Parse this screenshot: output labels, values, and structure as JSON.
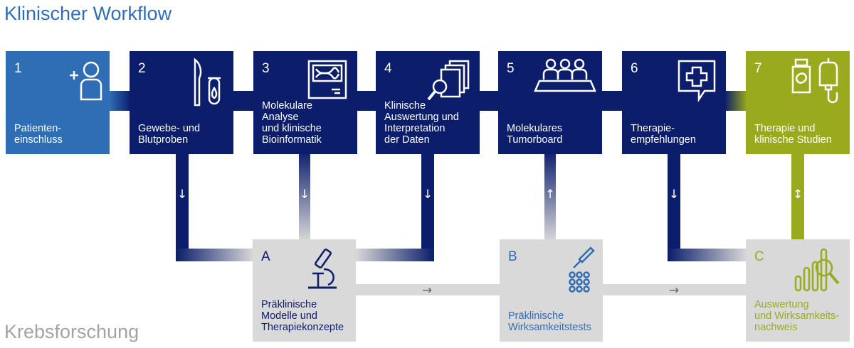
{
  "title": "Klinischer Workflow",
  "subtitle": "Krebsforschung",
  "colors": {
    "blue": "#2f6db5",
    "navy": "#0b1d6b",
    "green": "#9aaa1e",
    "grey": "#d9d9d9",
    "title_blue": "#2f6db5",
    "subtitle_grey": "#a3a3a3"
  },
  "workflow": [
    {
      "number": "1",
      "label": "Patienten-\neinschluss",
      "icon": "patient-add-icon"
    },
    {
      "number": "2",
      "label": "Gewebe- und\nBlutproben",
      "icon": "scalpel-tube-icon"
    },
    {
      "number": "3",
      "label": "Molekulare\nAnalyse\nund klinische\nBioinformatik",
      "icon": "dna-sequencer-icon"
    },
    {
      "number": "4",
      "label": "Klinische\nAuswertung und\nInterpretation\nder Daten",
      "icon": "documents-magnifier-icon"
    },
    {
      "number": "5",
      "label": "Molekulares\nTumorboard",
      "icon": "meeting-icon"
    },
    {
      "number": "6",
      "label": "Therapie-\nempfehlungen",
      "icon": "medical-chat-icon"
    },
    {
      "number": "7",
      "label": "Therapie und\nklinische Studien",
      "icon": "medication-infusion-icon"
    }
  ],
  "research": [
    {
      "letter": "A",
      "label": "Präklinische\nModelle und\nTherapiekonzepte",
      "icon": "microscope-icon"
    },
    {
      "letter": "B",
      "label": "Präklinische\nWirksamkeitstests",
      "icon": "pipette-plate-icon"
    },
    {
      "letter": "C",
      "label": "Auswertung\nund Wirksamkeits-\nnachweis",
      "icon": "chart-magnifier-icon"
    }
  ],
  "arrows": {
    "down": "↓",
    "up": "↑",
    "both": "↕",
    "right": "→"
  }
}
